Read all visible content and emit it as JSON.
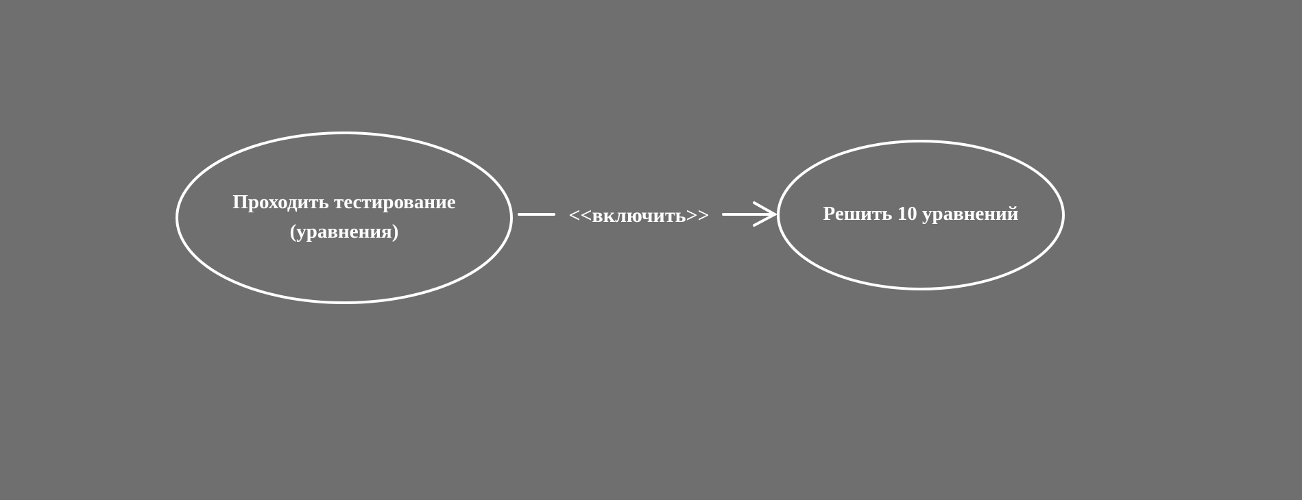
{
  "diagram": {
    "background_color": "#6f6f6f",
    "stroke_color": "#ffffff",
    "use_cases": {
      "source": {
        "line1": "Проходить тестирование",
        "line2": "(уравнения)"
      },
      "target": {
        "line1": "Решить 10 уравнений"
      }
    },
    "relationship": {
      "type": "include",
      "stereotype": "<<включить>>",
      "direction": "source-to-target"
    }
  }
}
